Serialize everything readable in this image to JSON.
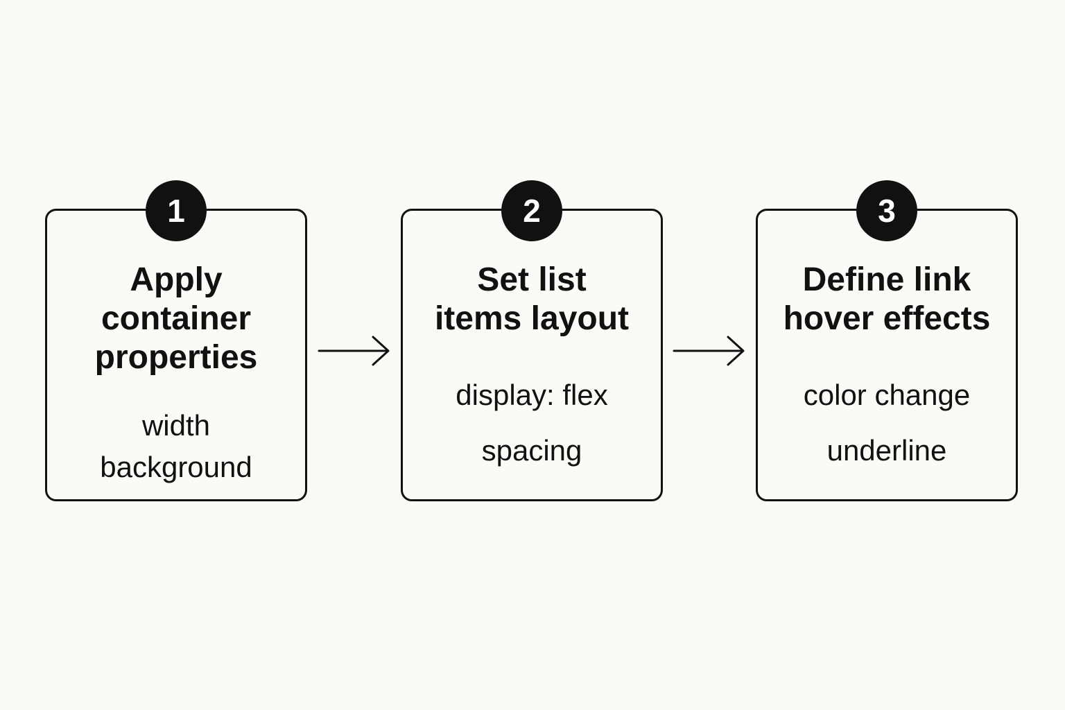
{
  "steps": [
    {
      "number": "1",
      "title_lines": [
        "Apply",
        "container",
        "properties"
      ],
      "details": [
        "width",
        "background"
      ]
    },
    {
      "number": "2",
      "title_lines": [
        "Set list",
        "items layout"
      ],
      "details": [
        "display: flex",
        "spacing"
      ]
    },
    {
      "number": "3",
      "title_lines": [
        "Define link",
        "hover effects"
      ],
      "details": [
        "color change",
        "underline"
      ]
    }
  ],
  "colors": {
    "background": "#fbfaf7",
    "ink": "#111111",
    "badge_text": "#ffffff"
  },
  "icons": [
    "arrow-right-icon"
  ]
}
